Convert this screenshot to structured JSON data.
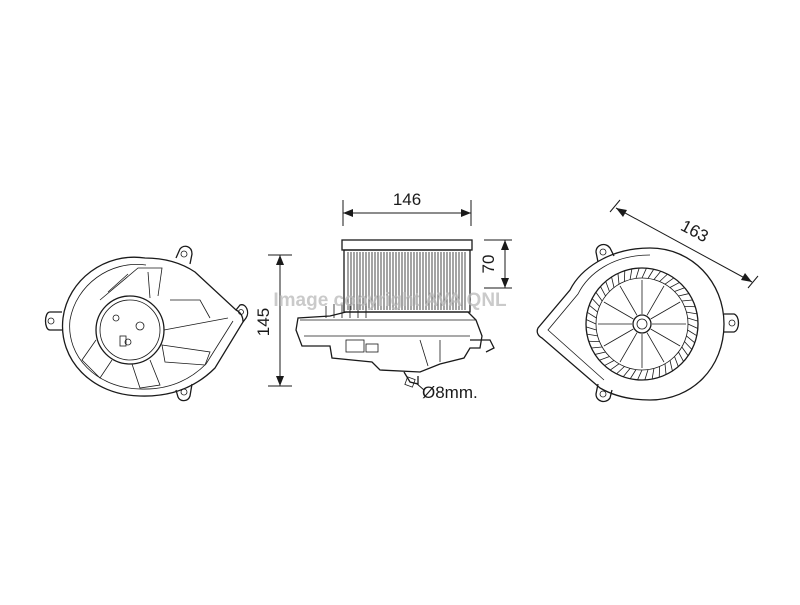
{
  "dimensions": {
    "width_label": "146",
    "height_label": "145",
    "depth_label": "70",
    "diagonal_label": "163",
    "hose_label": "Ø8mm."
  },
  "watermark": "Image copyright AVA QNL"
}
